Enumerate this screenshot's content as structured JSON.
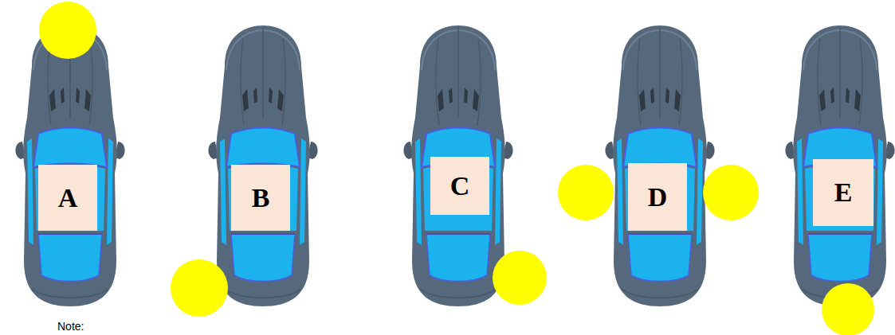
{
  "diagram": {
    "nodes": [
      {
        "text": [
          "A"
        ]
      },
      {
        "text": [
          "B"
        ]
      },
      {
        "text": [
          "C"
        ]
      },
      {
        "text": [
          "D"
        ]
      },
      {
        "text": [
          "E"
        ]
      }
    ],
    "labels": [
      "Note:"
    ]
  }
}
